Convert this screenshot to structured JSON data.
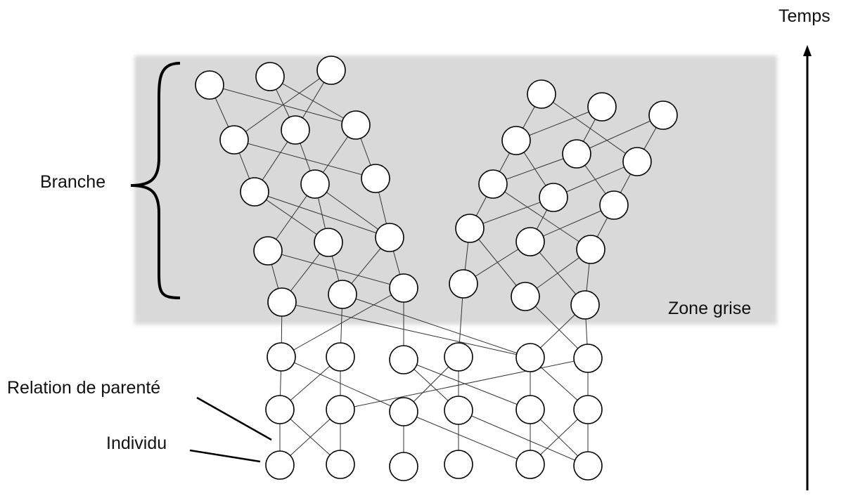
{
  "labels": {
    "time": "Temps",
    "branch": "Branche",
    "grey_zone": "Zone grise",
    "kinship": "Relation de parenté",
    "individual": "Individu"
  },
  "colors": {
    "grey_zone": "#d9d9d9",
    "node_fill": "#ffffff",
    "node_stroke": "#000000",
    "edge": "#333333",
    "text": "#111111"
  },
  "icons": {
    "time_arrow": "arrow-up-icon",
    "branch_brace": "curly-brace-icon"
  }
}
